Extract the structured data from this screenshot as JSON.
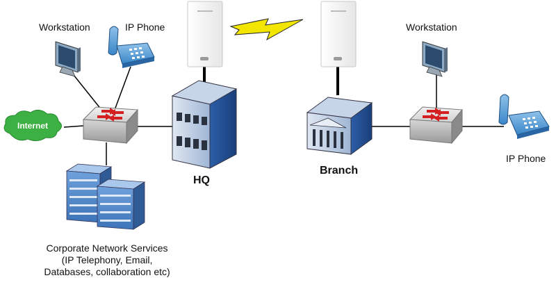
{
  "labels": {
    "workstation_left": "Workstation",
    "ip_phone_left": "IP Phone",
    "internet": "Internet",
    "hq": "HQ",
    "branch": "Branch",
    "workstation_right": "Workstation",
    "ip_phone_right": "IP Phone"
  },
  "services": {
    "line1": "Corporate Network Services",
    "line2": "(IP Telephony, Email,",
    "line3": "Databases, collaboration etc)"
  },
  "colors": {
    "link_line": "#000000",
    "cloud": "#3cb043",
    "wireless_bolt": "#f2e600",
    "building_blue": "#4a7fc1",
    "switch_arrow": "#d42020"
  }
}
